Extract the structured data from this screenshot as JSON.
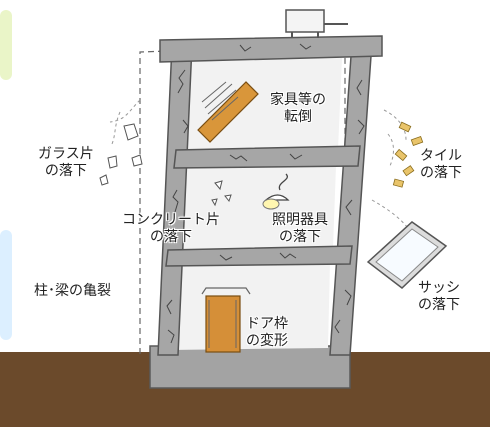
{
  "labels": {
    "furniture": [
      "家具等の",
      "転倒"
    ],
    "glass": [
      "ガラス片",
      "の落下"
    ],
    "tile": [
      "タイル",
      "の落下"
    ],
    "concrete": [
      "コンクリート片",
      "の落下"
    ],
    "lighting": [
      "照明器具",
      "の落下"
    ],
    "column_beam": "柱･梁の亀裂",
    "sash": [
      "サッシ",
      "の落下"
    ],
    "door_frame": [
      "ドア枠",
      "の変形"
    ]
  },
  "colors": {
    "ground": "#6b4a2b",
    "structure": "#a6a6a6",
    "structure_edge": "#555555",
    "wall_fill": "#efefef",
    "furniture": "#d9963a",
    "door": "#d58f38",
    "tile": "#e9c46a",
    "left_accent": "#eaf5c8",
    "left_accent2": "#dcefff"
  }
}
